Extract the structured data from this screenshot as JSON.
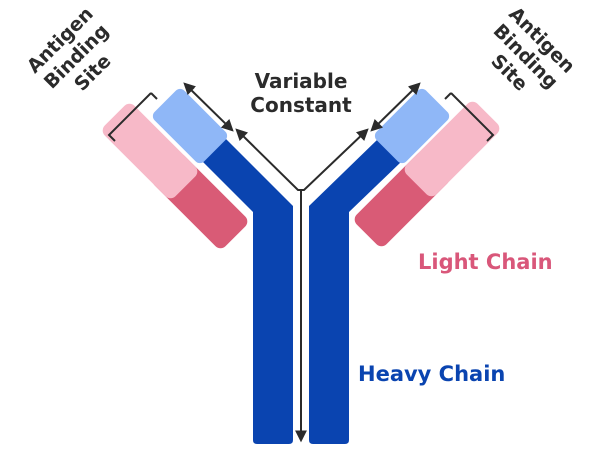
{
  "labels": {
    "antigen_left": [
      "Antigen",
      "Binding",
      "Site"
    ],
    "antigen_right": [
      "Antigen",
      "Binding",
      "Site"
    ],
    "variable": "Variable",
    "constant": "Constant",
    "light_chain": "Light Chain",
    "heavy_chain": "Heavy Chain"
  },
  "colors": {
    "heavy_chain": "#0a44b0",
    "variable_heavy": "#8fb7f7",
    "light_variable": "#f7b9c8",
    "light_constant": "#d95b76",
    "light_chain_text": "#d9577a",
    "heavy_chain_text": "#0a44b0",
    "text": "#2b2b2b"
  }
}
